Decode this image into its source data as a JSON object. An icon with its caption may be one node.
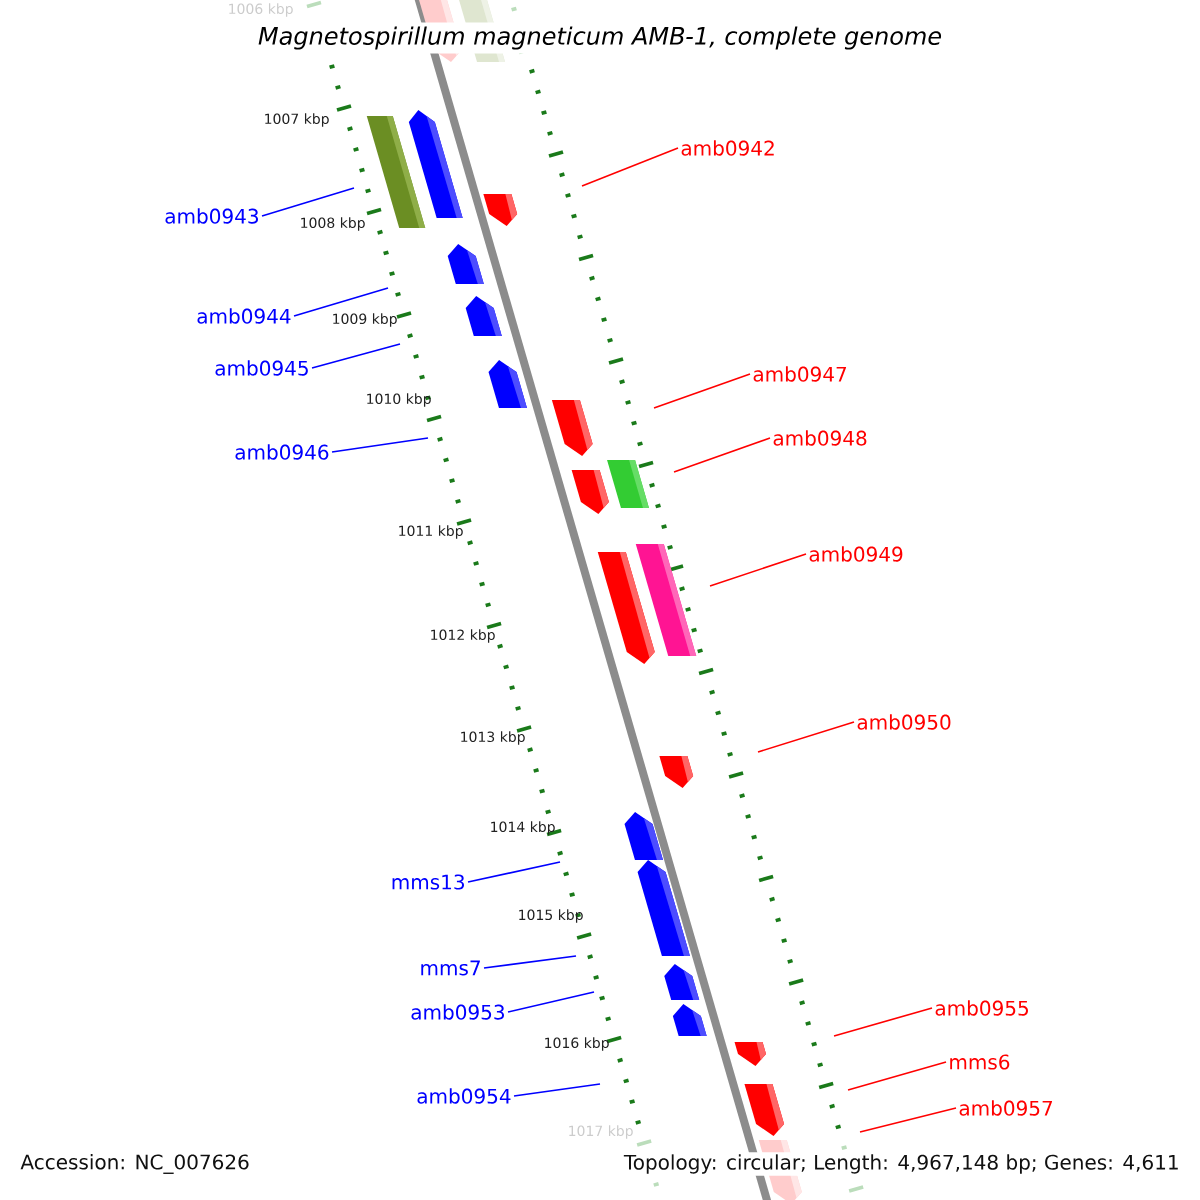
{
  "diagram": {
    "title": "Magnetospirillum magneticum AMB-1, complete genome",
    "nodes": [
      {
        "text": [
          "amb0942"
        ]
      },
      {
        "text": [
          "amb0943"
        ]
      },
      {
        "text": [
          "amb0944"
        ]
      },
      {
        "text": [
          "amb0945"
        ]
      },
      {
        "text": [
          "amb0946"
        ]
      },
      {
        "text": [
          "amb0947"
        ]
      },
      {
        "text": [
          "amb0948"
        ]
      },
      {
        "text": [
          "amb0949"
        ]
      },
      {
        "text": [
          "amb0950"
        ]
      },
      {
        "text": [
          "mms13"
        ]
      },
      {
        "text": [
          "mms7"
        ]
      },
      {
        "text": [
          "amb0953"
        ]
      },
      {
        "text": [
          "amb0954"
        ]
      },
      {
        "text": [
          "amb0955"
        ]
      },
      {
        "text": [
          "mms6"
        ]
      },
      {
        "text": [
          "amb0957"
        ]
      }
    ],
    "edges": [
      {
        "from": 0,
        "to": null,
        "arrow": "none",
        "color": "#ff0000"
      },
      {
        "from": 1,
        "to": null,
        "arrow": "none",
        "color": "#0000ff"
      },
      {
        "from": 2,
        "to": null,
        "arrow": "none",
        "color": "#0000ff"
      },
      {
        "from": 3,
        "to": null,
        "arrow": "none",
        "color": "#0000ff"
      },
      {
        "from": 4,
        "to": null,
        "arrow": "none",
        "color": "#0000ff"
      },
      {
        "from": 5,
        "to": null,
        "arrow": "none",
        "color": "#ff0000"
      },
      {
        "from": 6,
        "to": null,
        "arrow": "none",
        "color": "#ff0000"
      },
      {
        "from": 7,
        "to": null,
        "arrow": "none",
        "color": "#ff0000"
      },
      {
        "from": 8,
        "to": null,
        "arrow": "none",
        "color": "#ff0000"
      },
      {
        "from": 9,
        "to": null,
        "arrow": "none",
        "color": "#0000ff"
      },
      {
        "from": 10,
        "to": null,
        "arrow": "none",
        "color": "#0000ff"
      },
      {
        "from": 11,
        "to": null,
        "arrow": "none",
        "color": "#0000ff"
      },
      {
        "from": 12,
        "to": null,
        "arrow": "none",
        "color": "#0000ff"
      },
      {
        "from": 13,
        "to": null,
        "arrow": "none",
        "color": "#ff0000"
      },
      {
        "from": 14,
        "to": null,
        "arrow": "none",
        "color": "#ff0000"
      },
      {
        "from": 15,
        "to": null,
        "arrow": "none",
        "color": "#ff0000"
      }
    ],
    "labels": [
      "1006 kbp",
      "1007 kbp",
      "1008 kbp",
      "1009 kbp",
      "1010 kbp",
      "1011 kbp",
      "1012 kbp",
      "1013 kbp",
      "1014 kbp",
      "1015 kbp",
      "1016 kbp",
      "1017 kbp",
      "Accession: NC_007626",
      "Topology: circular; Length: 4,967,148 bp; Genes: 4,611"
    ]
  }
}
